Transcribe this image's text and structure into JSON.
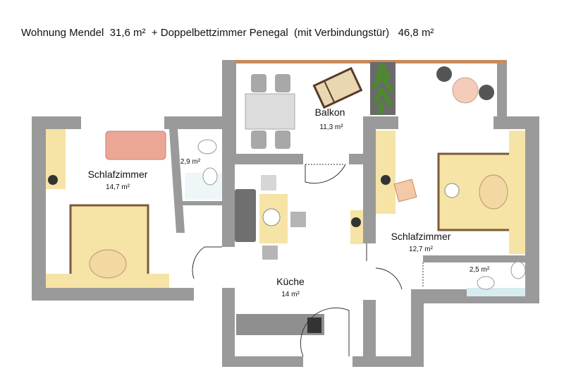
{
  "title": "Wohnung Mendel  31,6 m²  + Doppelbettzimmer Penegal  (mit Verbindungstür)   46,8 m²",
  "rooms": {
    "balkon": {
      "name": "Balkon",
      "area": "11,3 m²"
    },
    "schlafzimmer_left": {
      "name": "Schlafzimmer",
      "area": "14,7 m²"
    },
    "bad_left": {
      "area": "2,9 m²"
    },
    "kueche": {
      "name": "Küche",
      "area": "14 m²"
    },
    "schlafzimmer_right": {
      "name": "Schlafzimmer",
      "area": "12,7 m²"
    },
    "bad_right": {
      "area": "2,5 m²"
    }
  },
  "colors": {
    "wall": "#9a9a9a",
    "furniture_yellow": "#f6e3a6",
    "sofa_pink": "#eba796",
    "sofa_grey": "#6f6f6f",
    "counter_grey": "#8f8f8f",
    "plant_green": "#4c8a2b",
    "balcony_rail": "#c98a5a"
  },
  "icons": [
    "plant-icon",
    "lamp-icon",
    "toilet-icon",
    "sink-icon",
    "stove-icon"
  ]
}
